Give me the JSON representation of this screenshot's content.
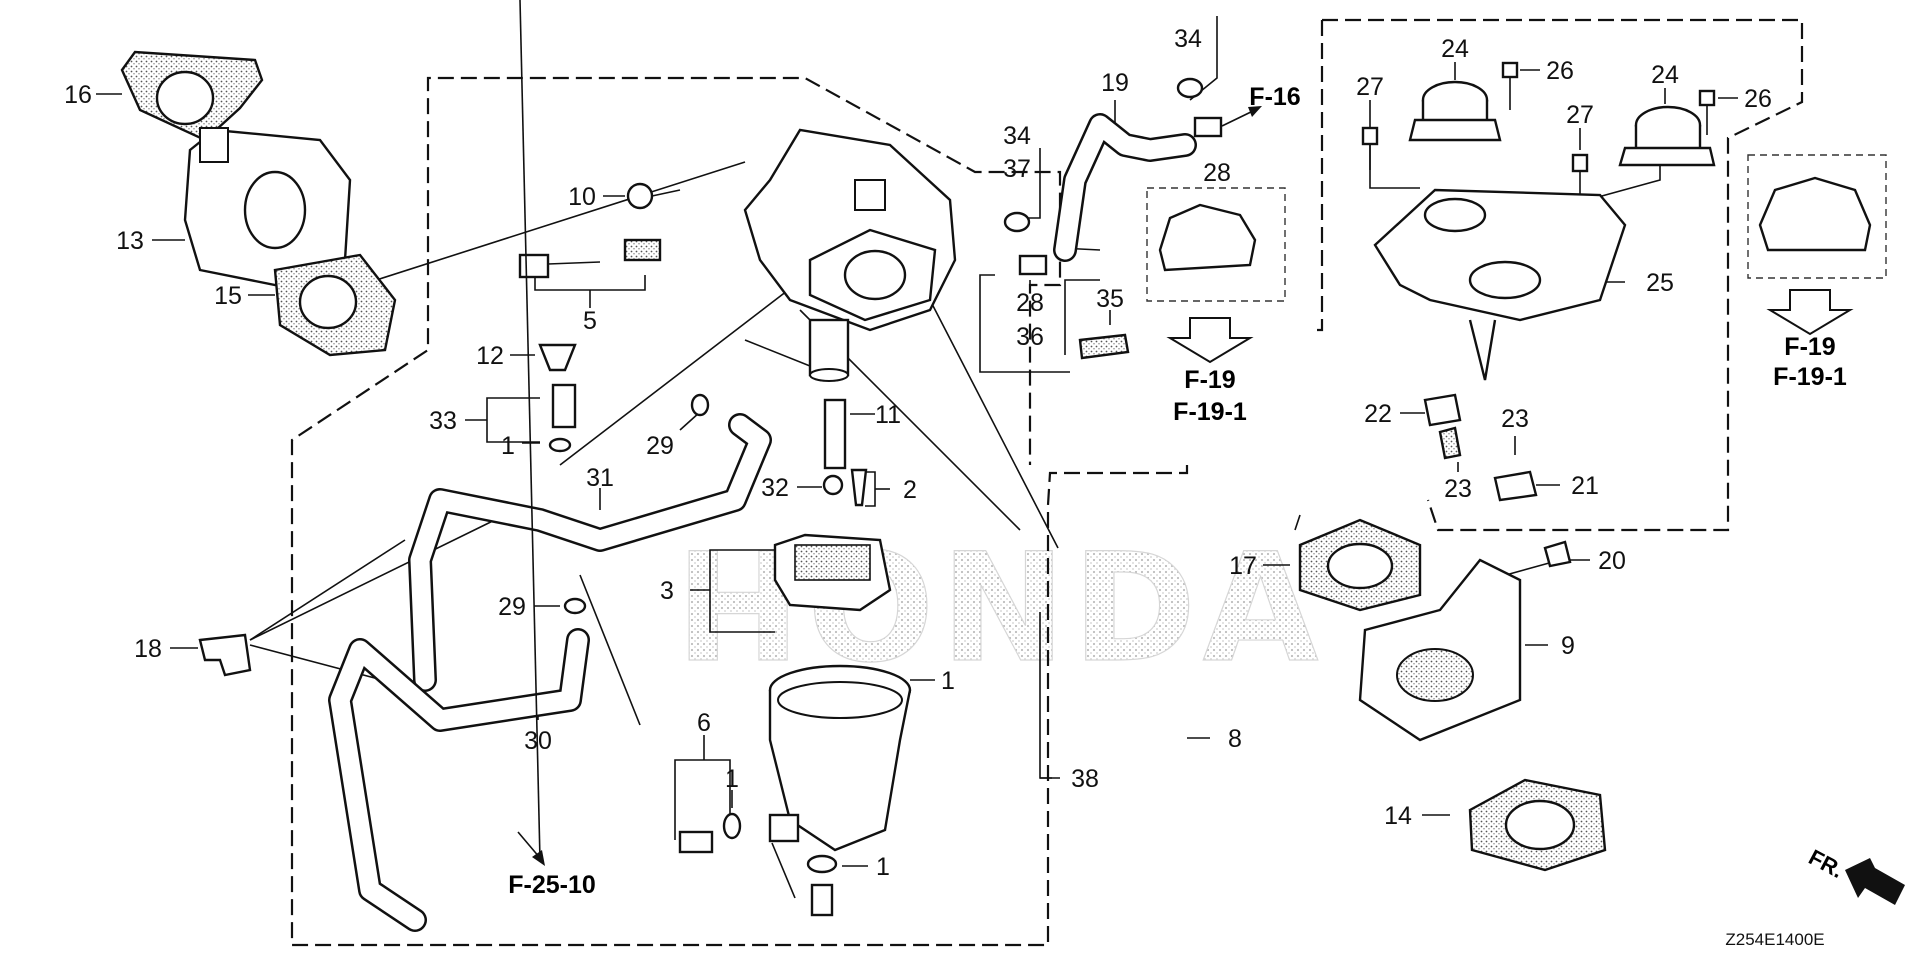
{
  "brand_watermark": "HONDA",
  "diagram_code": "Z254E1400E",
  "direction_label": "FR.",
  "callouts": [
    {
      "num": "16"
    },
    {
      "num": "13"
    },
    {
      "num": "15"
    },
    {
      "num": "10"
    },
    {
      "num": "5"
    },
    {
      "num": "12"
    },
    {
      "num": "33"
    },
    {
      "num": "1"
    },
    {
      "num": "31"
    },
    {
      "num": "29"
    },
    {
      "num": "11"
    },
    {
      "num": "32"
    },
    {
      "num": "2"
    },
    {
      "num": "3"
    },
    {
      "num": "1"
    },
    {
      "num": "18"
    },
    {
      "num": "29"
    },
    {
      "num": "30"
    },
    {
      "num": "6"
    },
    {
      "num": "1"
    },
    {
      "num": "1"
    },
    {
      "num": "38"
    },
    {
      "num": "34"
    },
    {
      "num": "19"
    },
    {
      "num": "34"
    },
    {
      "num": "37"
    },
    {
      "num": "28"
    },
    {
      "num": "28"
    },
    {
      "num": "36"
    },
    {
      "num": "35"
    },
    {
      "num": "24"
    },
    {
      "num": "26"
    },
    {
      "num": "27"
    },
    {
      "num": "24"
    },
    {
      "num": "26"
    },
    {
      "num": "27"
    },
    {
      "num": "25"
    },
    {
      "num": "22"
    },
    {
      "num": "23"
    },
    {
      "num": "23"
    },
    {
      "num": "21"
    },
    {
      "num": "17"
    },
    {
      "num": "20"
    },
    {
      "num": "9"
    },
    {
      "num": "8"
    },
    {
      "num": "14"
    }
  ],
  "references": [
    {
      "text": "F-16"
    },
    {
      "text": "F-19"
    },
    {
      "text": "F-19-1"
    },
    {
      "text": "F-19"
    },
    {
      "text": "F-19-1"
    },
    {
      "text": "F-25-10"
    }
  ]
}
